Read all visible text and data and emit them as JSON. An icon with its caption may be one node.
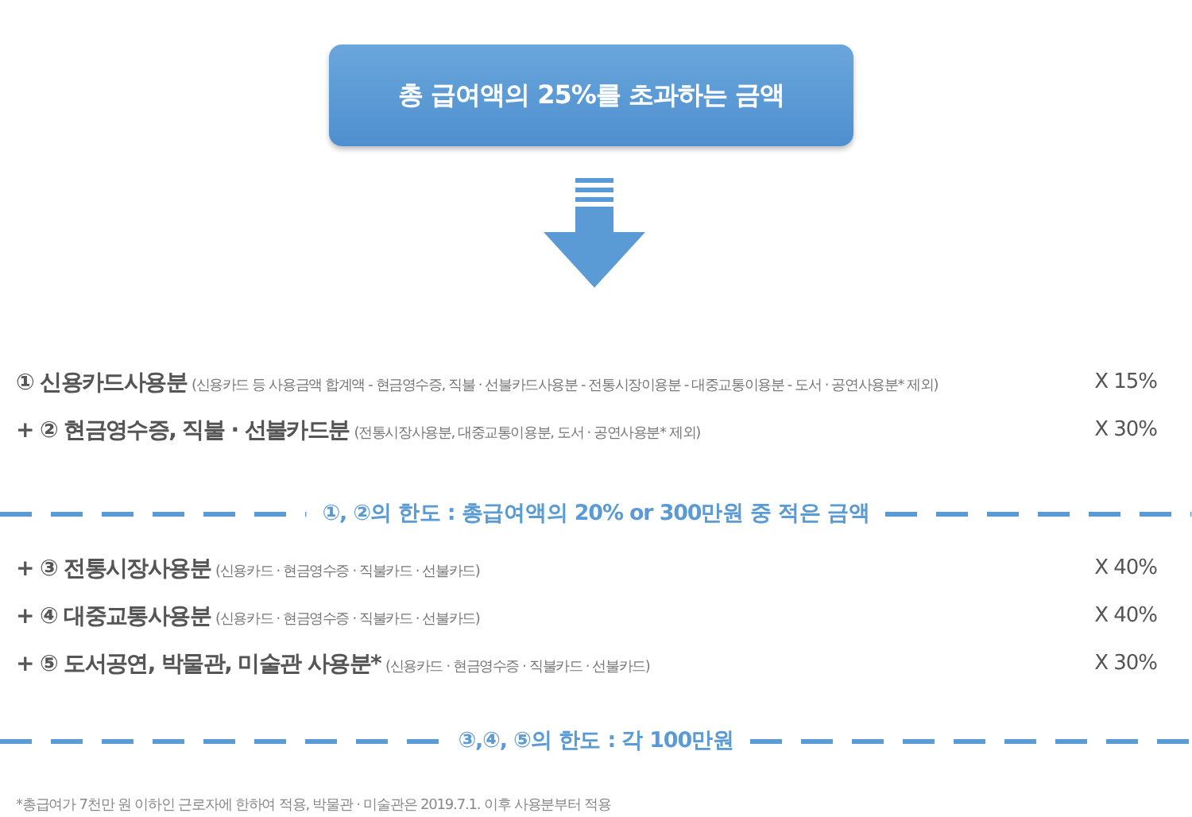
{
  "diagram": {
    "nodes": [
      {
        "text": [
          "총 급여액의 25%를 초과하는 금액"
        ]
      }
    ],
    "labels": [
      "① 신용카드사용분",
      "(신용카드 등 사용금액 합계액 - 현금영수증, 직불 · 선불카드사용분 - 전통시장이용분 - 대중교통이용분 - 도서 · 공연사용분* 제외)",
      "X 15%",
      "+ ② 현금영수증, 직불 · 선불카드분",
      "(전통시장사용분, 대중교통이용분, 도서 · 공연사용분* 제외)",
      "X 30%",
      "①, ②의 한도 : 총급여액의 20% or 300만원 중 적은 금액",
      "+ ③ 전통시장사용분",
      "(신용카드 · 현금영수증 · 직불카드 · 선불카드)",
      "X 40%",
      "+ ④ 대중교통사용분",
      "(신용카드 · 현금영수증 · 직불카드 · 선불카드)",
      "X 40%",
      "+ ⑤ 도서공연, 박물관, 미술관 사용분*",
      "(신용카드 · 현금영수증 · 직불카드 · 선불카드)",
      "X 30%",
      "③,④, ⑤의 한도 : 각 100만원",
      "*총급여가 7천만 원 이하인 근로자에 한하여 적용, 박물관 · 미술관은 2019.7.1. 이후 사용분부터 적용"
    ]
  }
}
